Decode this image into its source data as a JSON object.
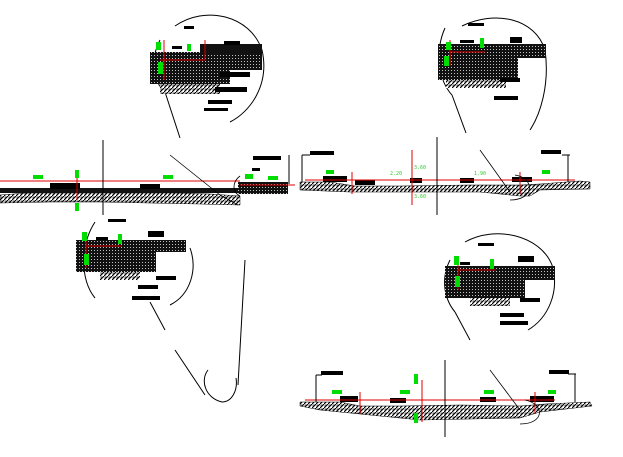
{
  "drawing": {
    "background_color": "#ffffff",
    "line_color": "#000000",
    "dimension_color": "#e00000",
    "tag_color": "#00dd00",
    "dim_labels": {
      "left_a": "2.20",
      "left_b": "3.60",
      "right_a": "3.60",
      "right_b": "1.90"
    }
  }
}
